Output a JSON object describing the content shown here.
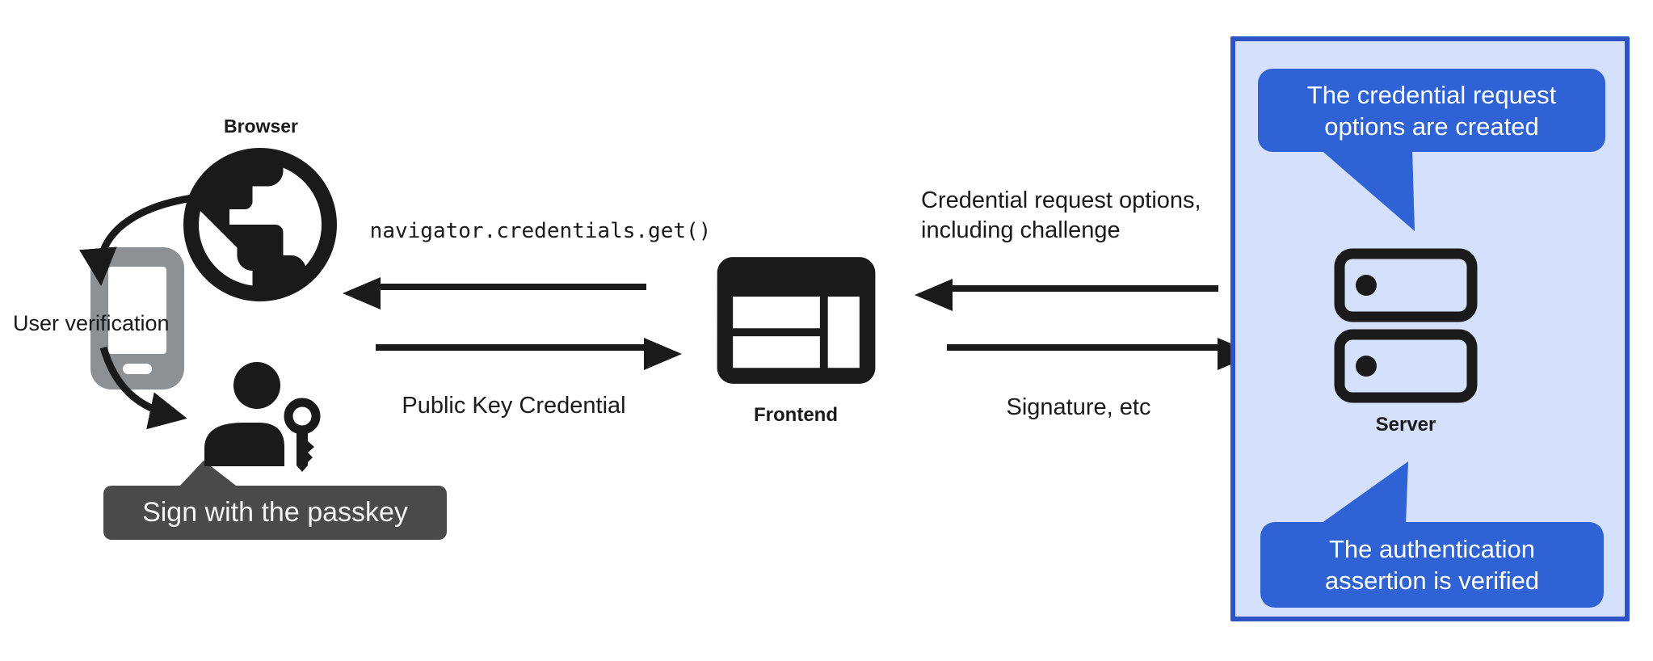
{
  "diagram": {
    "browser": {
      "label": "Browser"
    },
    "authenticator": {
      "label": "User verification",
      "tooltip": "Sign with the passkey"
    },
    "frontend": {
      "label": "Frontend"
    },
    "server": {
      "label": "Server"
    },
    "flows": {
      "get_call": "navigator.credentials.get()",
      "public_key_credential": "Public Key Credential",
      "credential_request": "Credential request options,\nincluding challenge",
      "signature": "Signature, etc"
    },
    "callouts": {
      "request_created": "The credential request\noptions are created",
      "assertion_verified": "The authentication\nassertion is verified"
    },
    "icons": {
      "browser": "globe-icon",
      "authenticator_device": "smartphone-icon",
      "user": "person-with-key-icon",
      "frontend": "browser-window-icon",
      "server": "server-stack-icon"
    }
  },
  "colors": {
    "ink": "#1a1a1a",
    "callout_blue": "#2f62d5",
    "panel_fill": "#d5e0fc",
    "panel_border": "#2d53c6",
    "tooltip_gray": "#4a4a4a",
    "phone_gray": "#8d9194",
    "text_on_dark": "#ffffff"
  }
}
